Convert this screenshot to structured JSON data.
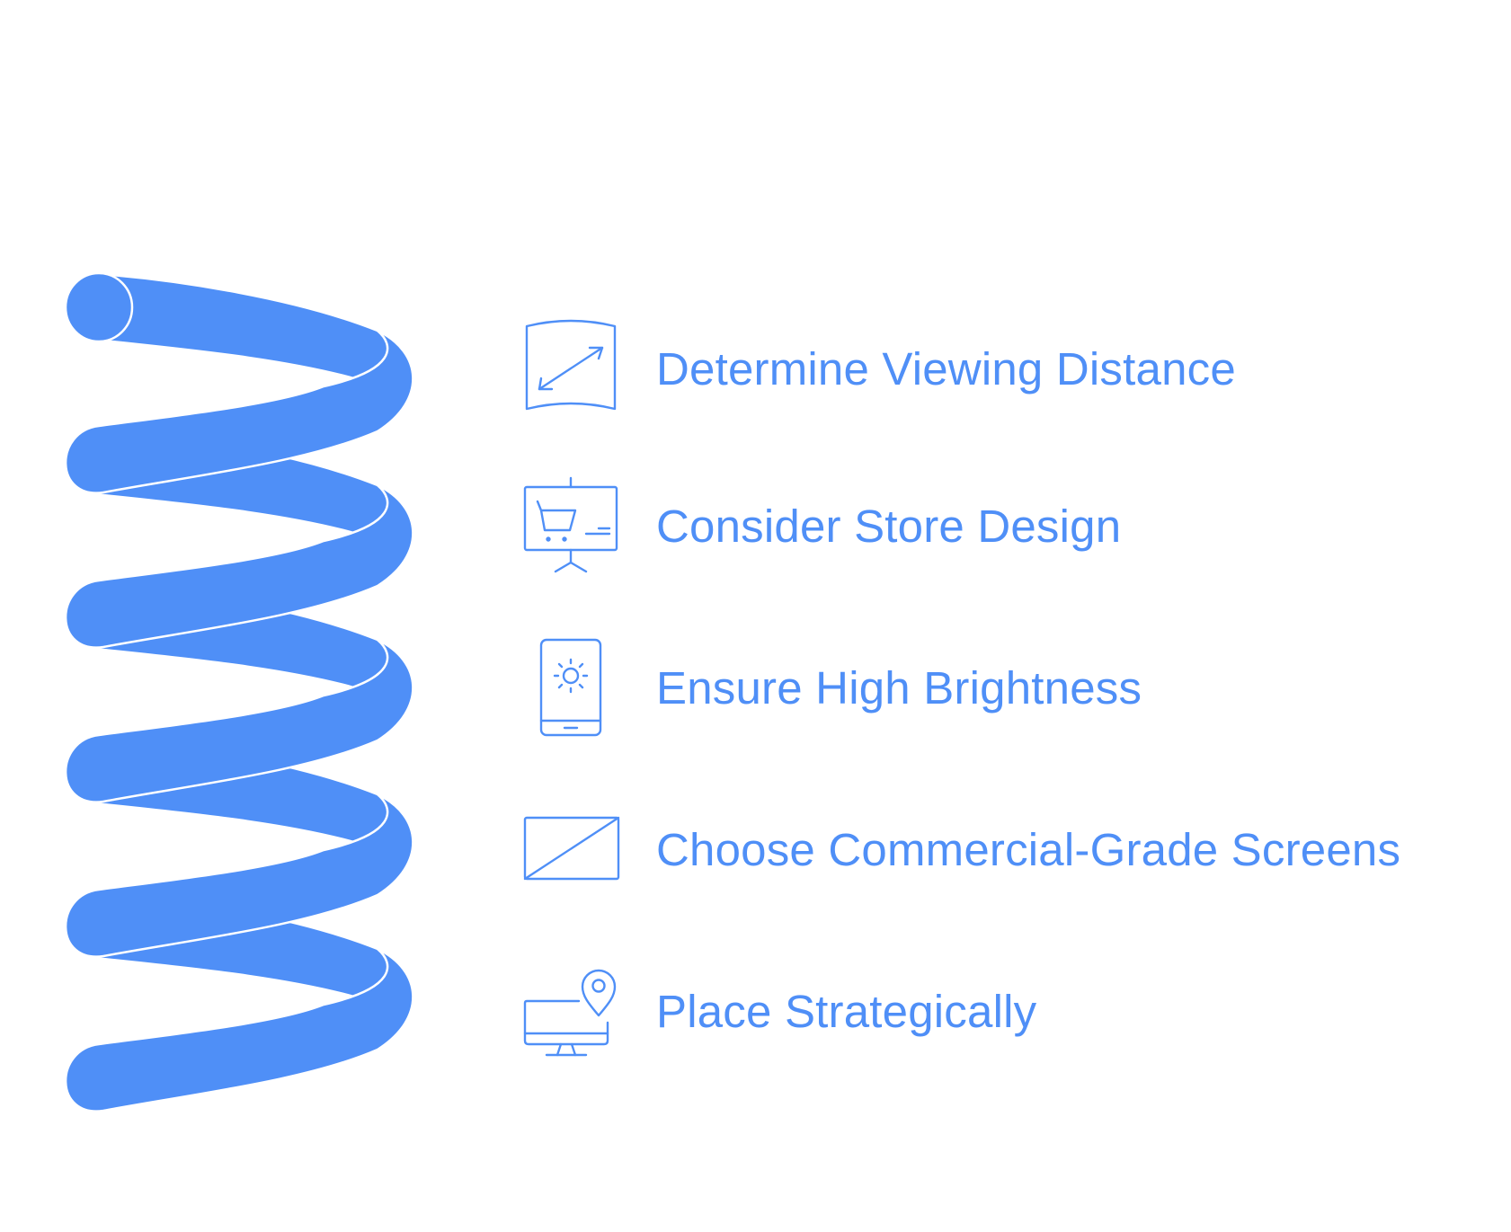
{
  "colors": {
    "accent": "#4f8ff7",
    "background": "#ffffff",
    "outline": "#ffffff"
  },
  "items": [
    {
      "label": "Determine Viewing Distance",
      "icon": "curved-screen-diagonal-icon"
    },
    {
      "label": "Consider Store Design",
      "icon": "shopping-cart-presentation-icon"
    },
    {
      "label": "Ensure High Brightness",
      "icon": "phone-brightness-icon"
    },
    {
      "label": "Choose Commercial-Grade Screens",
      "icon": "screen-diagonal-icon"
    },
    {
      "label": "Place Strategically",
      "icon": "monitor-location-pin-icon"
    }
  ]
}
